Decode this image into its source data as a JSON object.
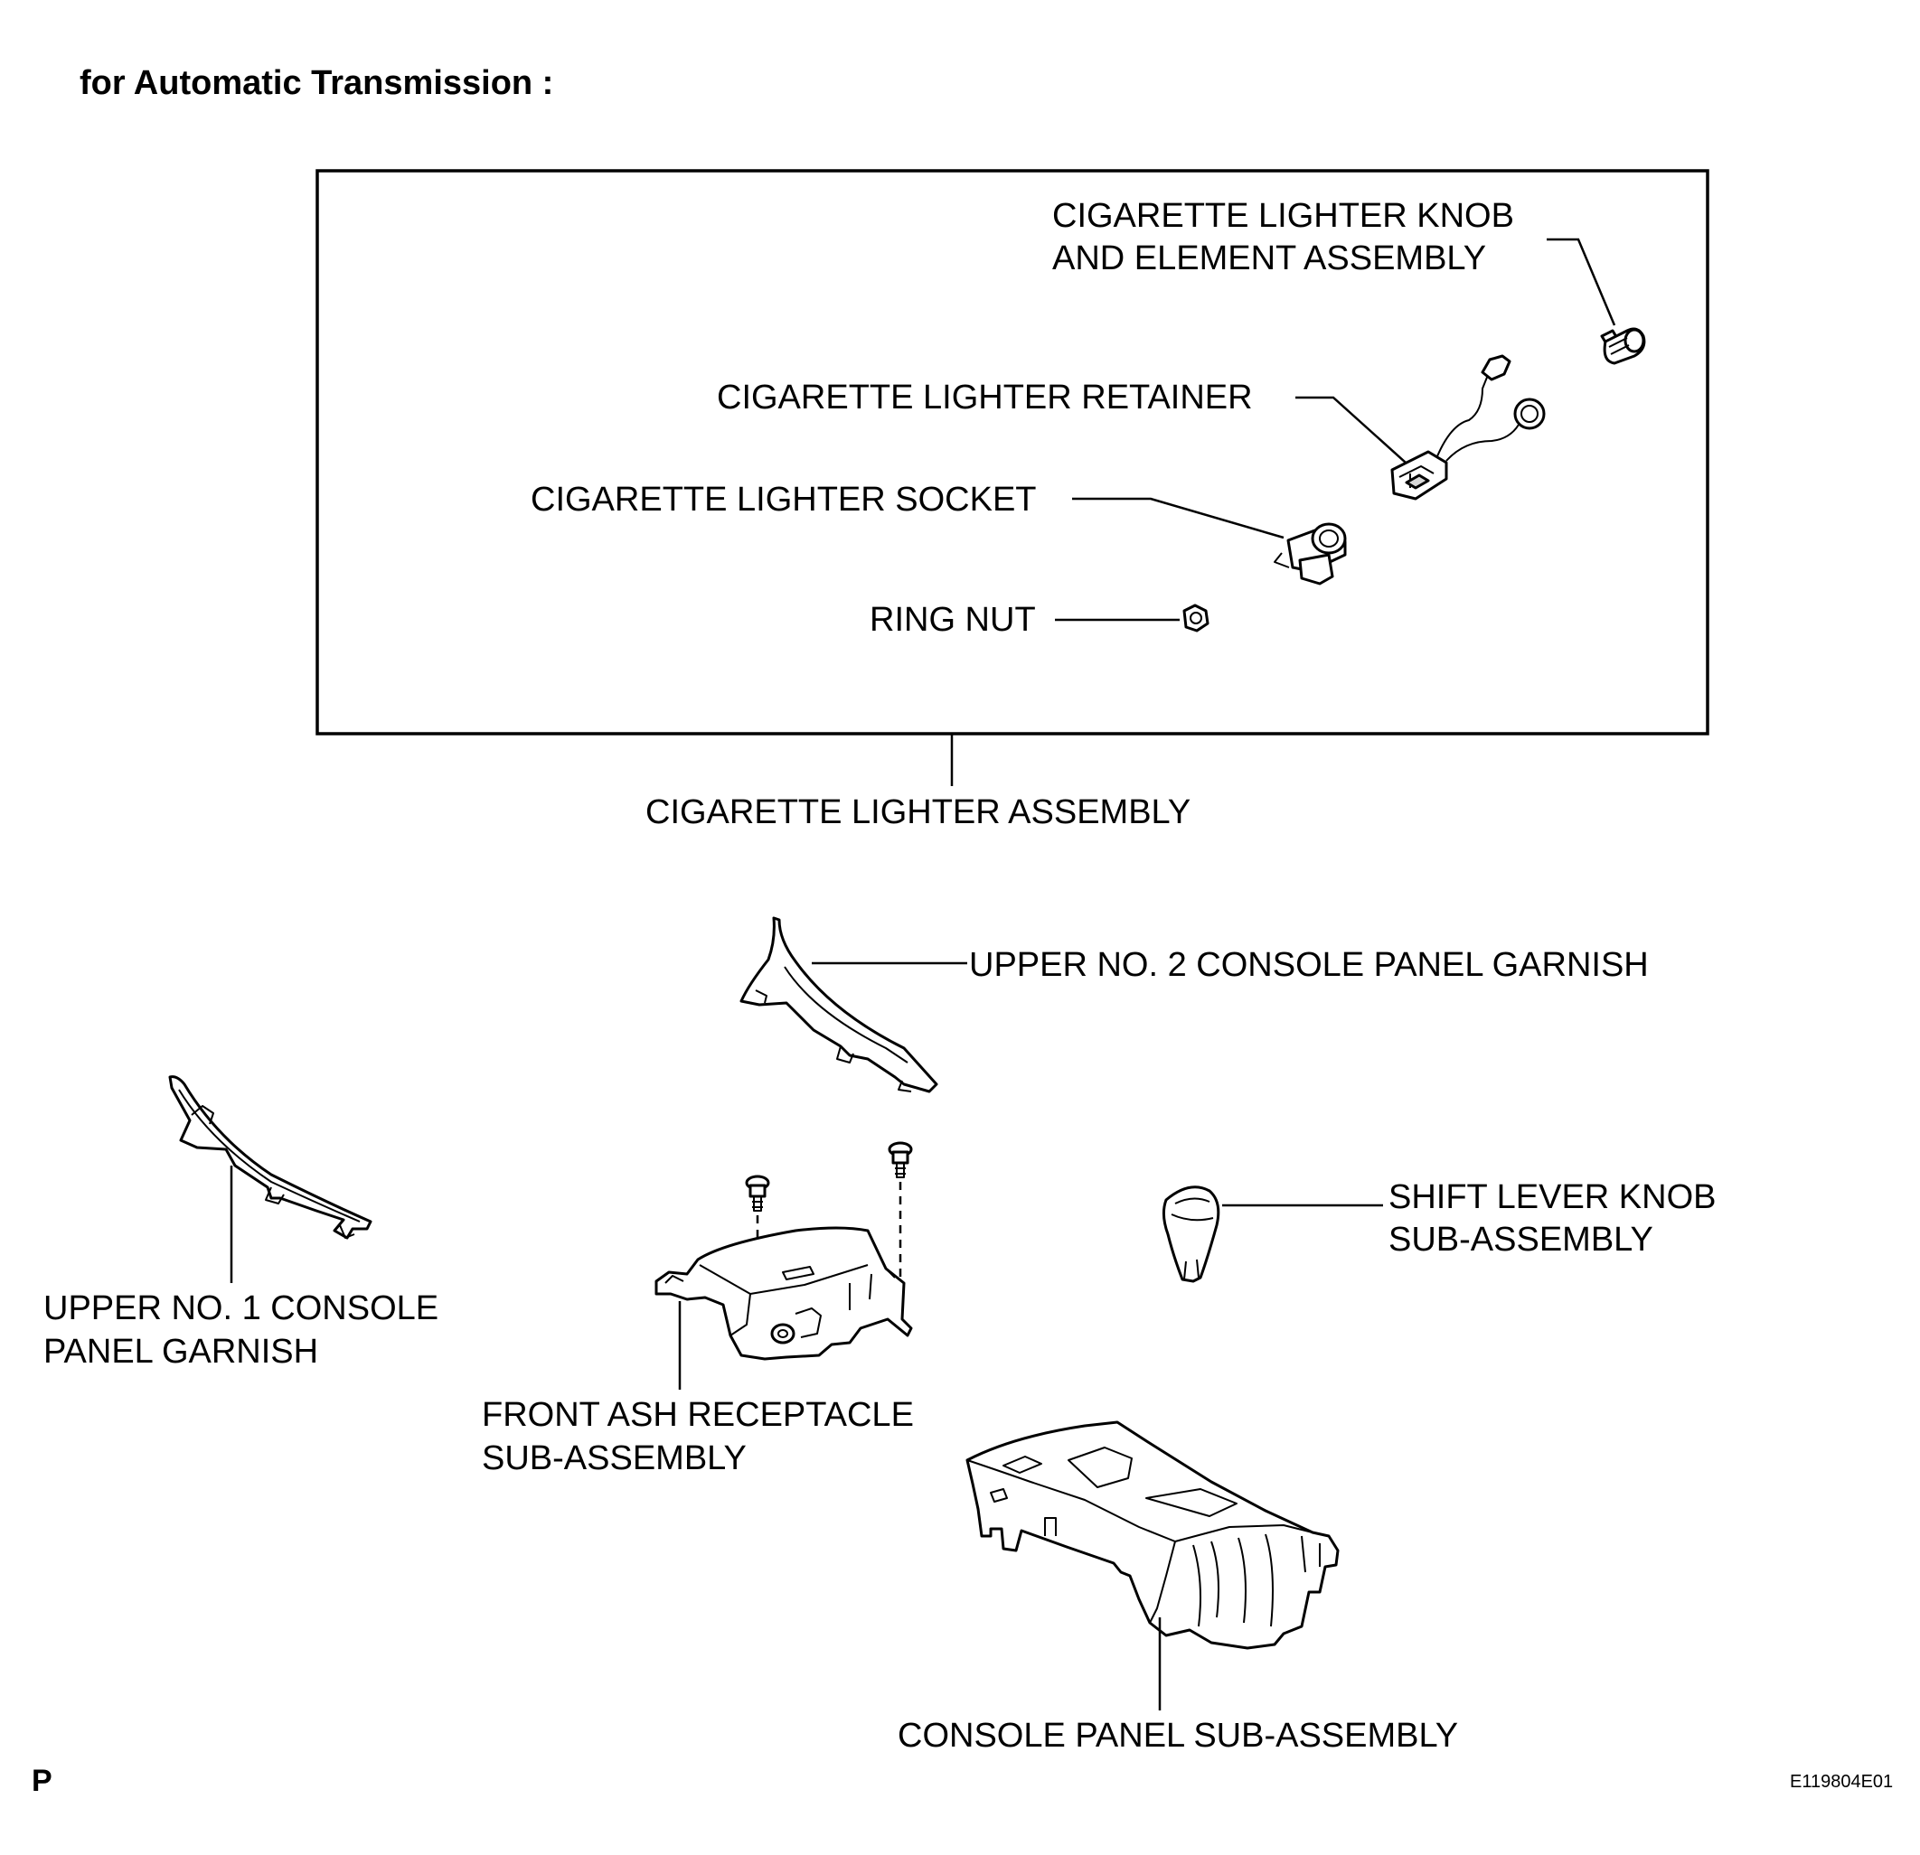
{
  "header": {
    "title": "for Automatic Transmission :"
  },
  "box_labels": {
    "knob_line1": "CIGARETTE LIGHTER KNOB",
    "knob_line2": "AND ELEMENT ASSEMBLY",
    "retainer": "CIGARETTE LIGHTER RETAINER",
    "socket": "CIGARETTE LIGHTER SOCKET",
    "ring_nut": "RING NUT"
  },
  "assembly_label": "CIGARETTE LIGHTER ASSEMBLY",
  "parts": {
    "upper_no2_garnish": "UPPER NO. 2 CONSOLE PANEL GARNISH",
    "shift_knob_line1": "SHIFT LEVER KNOB",
    "shift_knob_line2": "SUB-ASSEMBLY",
    "upper_no1_line1": "UPPER NO. 1 CONSOLE",
    "upper_no1_line2": "PANEL GARNISH",
    "ash_line1": "FRONT ASH RECEPTACLE",
    "ash_line2": "SUB-ASSEMBLY",
    "console_panel": "CONSOLE PANEL SUB-ASSEMBLY"
  },
  "footer": {
    "page_letter": "P",
    "figure_code": "E119804E01"
  },
  "icons": [
    "lighter-knob-icon",
    "lighter-retainer-icon",
    "lighter-socket-icon",
    "ring-nut-icon",
    "upper-no2-garnish-icon",
    "upper-no1-garnish-icon",
    "screw-icon",
    "ash-receptacle-icon",
    "shift-knob-icon",
    "console-panel-icon"
  ]
}
